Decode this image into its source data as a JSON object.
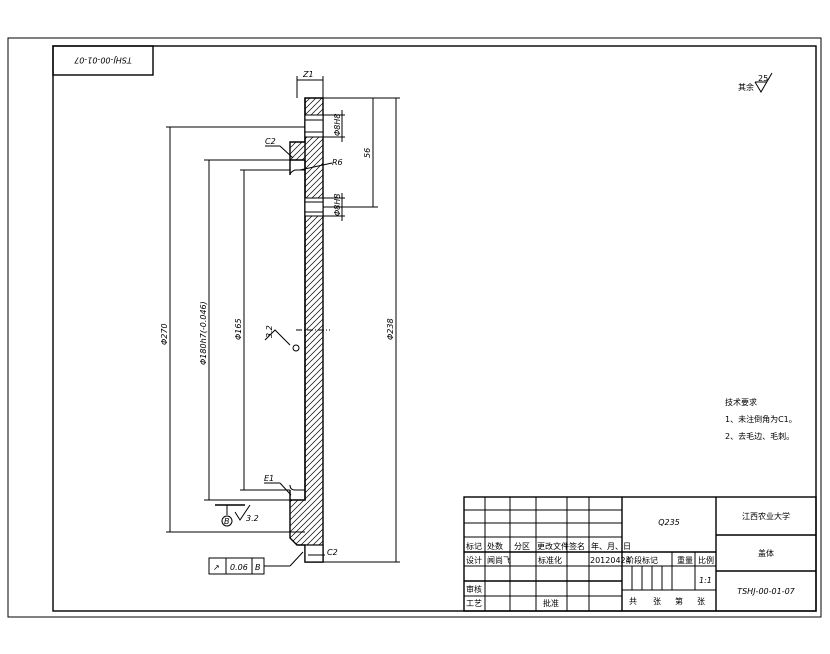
{
  "drawing_number_rotated": "TSHJ-00-01-07",
  "surface_symbol": {
    "label": "其余",
    "value": "25"
  },
  "dimensions": {
    "z1": "Z1",
    "bore_tol": "Φ8H8",
    "dist56": "56",
    "r6": "R6",
    "bore2": "Φ8H8",
    "d270": "Φ270",
    "d180": "Φ180h7(-0.046)",
    "d165": "Φ165",
    "d238": "Φ238",
    "rough_center": "3.2",
    "c2_top": "C2",
    "c1_bottom": "E1",
    "c2_bottom": "C2",
    "datum_b": "B",
    "rough_datum": "3.2"
  },
  "tolerance_frame": {
    "symbol": "↗",
    "value": "0.06",
    "datum": "B"
  },
  "tech_requirements": {
    "title": "技术要求",
    "items": [
      "1、未注倒角为C1。",
      "2、去毛边、毛刺。"
    ]
  },
  "title_block": {
    "material": "Q235",
    "organization": "江西农业大学",
    "part_name": "盖体",
    "drawing_number": "TSHJ-00-01-07",
    "scale": "1:1",
    "headers": {
      "mark": "标记",
      "count": "处数",
      "zone": "分区",
      "change_doc": "更改文件",
      "signature": "签名",
      "date": "年、月、日",
      "stage_mark": "阶段标记",
      "weight": "重量",
      "scale": "比例"
    },
    "rows": {
      "design": "设计",
      "designer": "闻尚飞",
      "standardize": "标准化",
      "design_date": "20120424",
      "review": "审核",
      "process": "工艺",
      "approve": "批准"
    },
    "footer": {
      "total": "共",
      "sheets": "张",
      "num": "第",
      "sheet": "张"
    }
  }
}
